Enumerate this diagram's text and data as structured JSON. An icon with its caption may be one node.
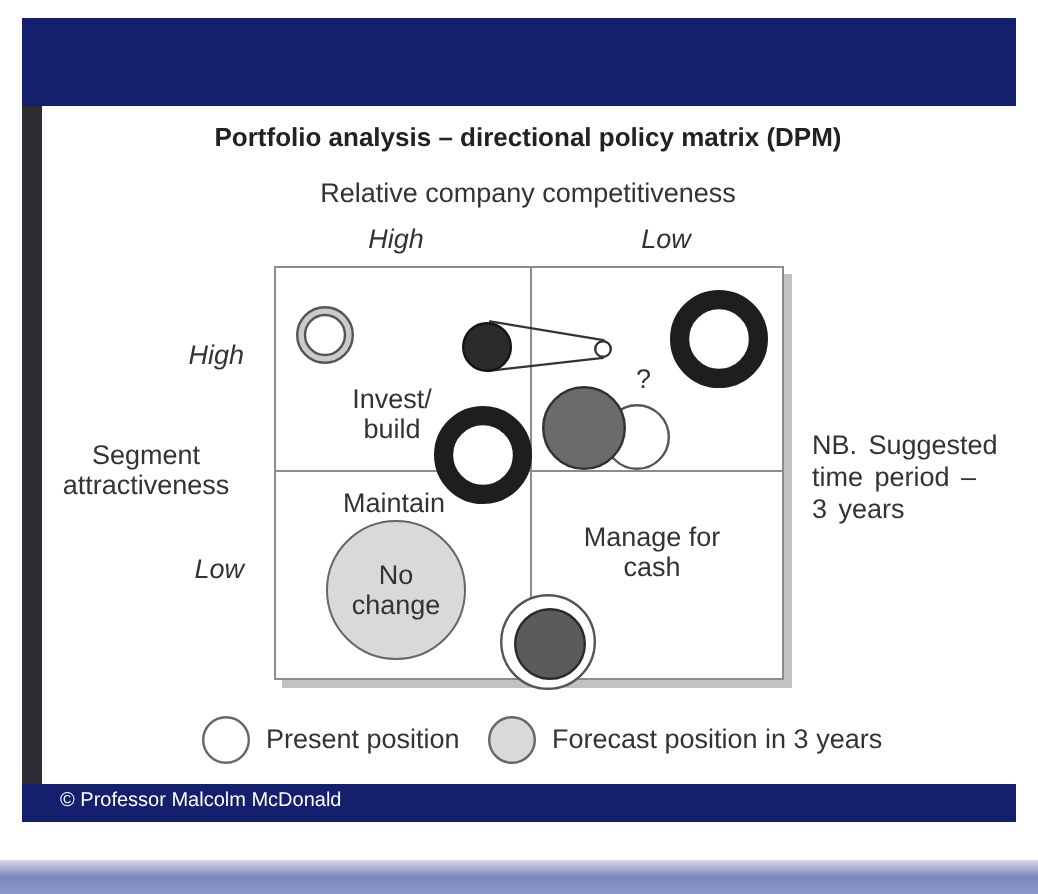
{
  "diagram": {
    "title": "Portfolio analysis – directional policy matrix (DPM)",
    "nodes": [
      {
        "text": [
          "Invest/ build"
        ]
      },
      {
        "text": [],
        "shape": "circle",
        "in": 0
      },
      {
        "text": [],
        "shape": "circle",
        "in": 0
      },
      {
        "text": [],
        "shape": "box"
      },
      {
        "text": [],
        "shape": "circle",
        "in": 3
      },
      {
        "text": [],
        "shape": "circle",
        "in": 3
      },
      {
        "text": [],
        "shape": "circle"
      },
      {
        "text": [],
        "shape": "circle",
        "in": 3
      },
      {
        "text": [],
        "shape": "circle",
        "in": 3,
        "beside": [
          "?"
        ]
      },
      {
        "text": [
          "Maintain"
        ]
      },
      {
        "text": [
          "No change"
        ],
        "in": 9
      },
      {
        "text": [
          "Manage for cash"
        ]
      },
      {
        "text": [],
        "shape": "circle"
      },
      {
        "text": [],
        "shape": "circle",
        "in": 12
      }
    ],
    "edges": [
      {
        "from": 2,
        "to": 4,
        "arrow": "none"
      }
    ],
    "labels": [
      "Relative company competitiveness",
      "High",
      "Low",
      "High",
      "Segment attractiveness",
      "Low",
      "NB. Suggested time period – 3 years",
      "© Professor Malcolm McDonald"
    ],
    "legend": [
      {
        "text": "Present position"
      },
      {
        "text": "Forecast position in 3 years",
        "color": "#d9d9d9"
      }
    ]
  }
}
